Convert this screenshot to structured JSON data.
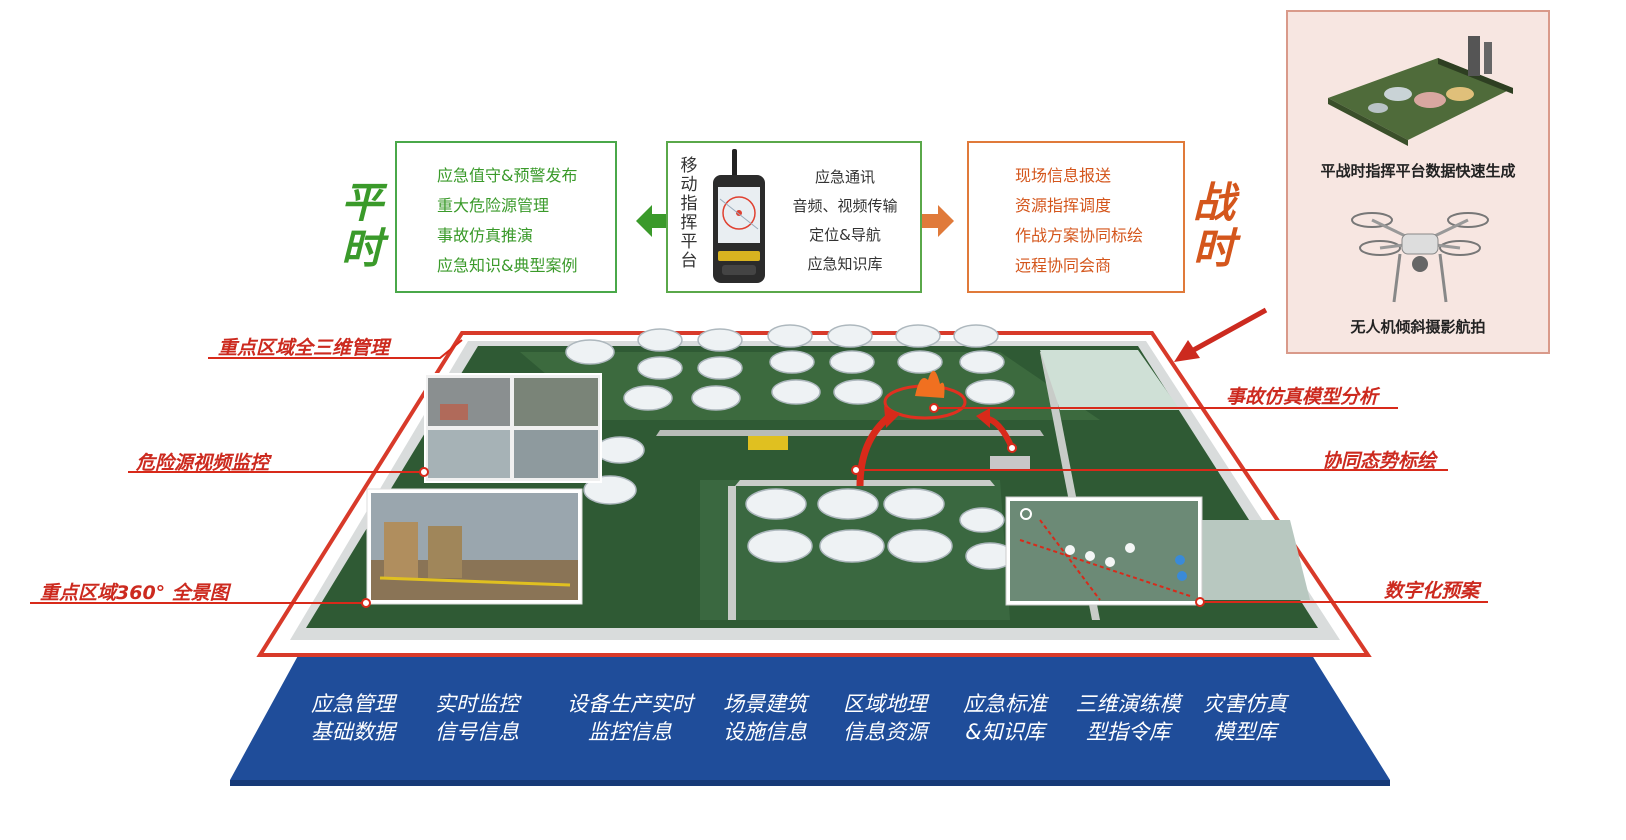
{
  "peacetime": {
    "title": "平时",
    "items": [
      "应急值守&预警发布",
      "重大危险源管理",
      "事故仿真推演",
      "应急知识&典型案例"
    ]
  },
  "mobile": {
    "title": "移动指挥平台",
    "items": [
      "应急通讯",
      "音频、视频传输",
      "定位&导航",
      "应急知识库"
    ]
  },
  "wartime": {
    "title": "战时",
    "items": [
      "现场信息报送",
      "资源指挥调度",
      "作战方案协同标绘",
      "远程协同会商"
    ]
  },
  "side_panel": {
    "caption_top": "平战时指挥平台数据快速生成",
    "caption_bottom": "无人机倾斜摄影航拍"
  },
  "callouts": {
    "key_area_3d": "重点区域全三维管理",
    "hazard_video": "危险源视频监控",
    "panorama": "重点区域360° 全景图",
    "accident_sim": "事故仿真模型分析",
    "collab": "协同态势标绘",
    "digital_plan": "数字化预案"
  },
  "base": [
    [
      "应急管理",
      "基础数据"
    ],
    [
      "实时监控",
      "信号信息"
    ],
    [
      "设备生产实时",
      "监控信息"
    ],
    [
      "场景建筑",
      "设施信息"
    ],
    [
      "区域地理",
      "信息资源"
    ],
    [
      "应急标准",
      "&知识库"
    ],
    [
      "三维演练模",
      "型指令库"
    ],
    [
      "灾害仿真",
      "模型库"
    ]
  ],
  "colors": {
    "green": "#3a9a2a",
    "orange": "#d4561c",
    "red": "#cc2a1f",
    "base_blue": "#1f4d9a"
  }
}
